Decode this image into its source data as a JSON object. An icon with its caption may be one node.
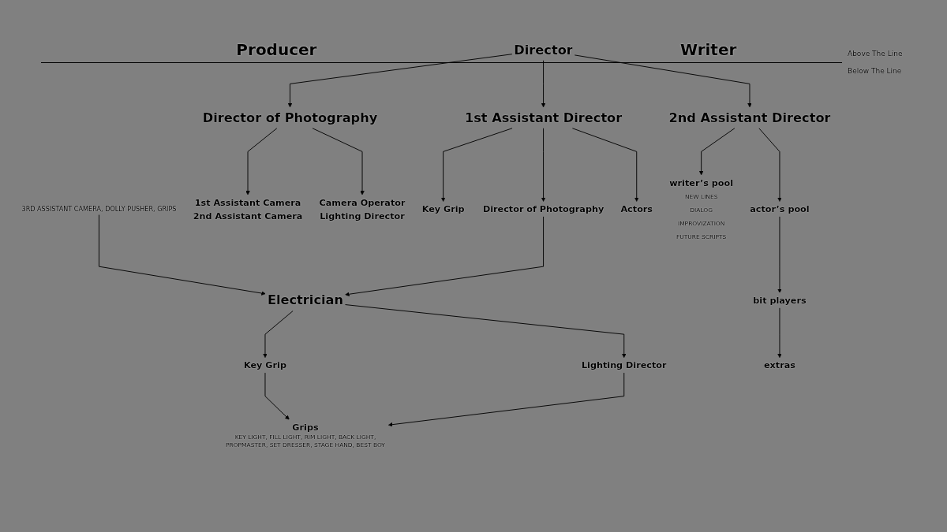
{
  "diagram": {
    "nodes": [
      {
        "text": [
          "Director"
        ]
      },
      {
        "text": [
          "Director of Photography"
        ]
      },
      {
        "text": [
          "1st Assistant Director"
        ]
      },
      {
        "text": [
          "2nd Assistant Director"
        ]
      },
      {
        "text": [
          "1st Assistant Camera",
          "2nd Assistant Camera"
        ]
      },
      {
        "text": [
          "Camera Operator",
          "Lighting Director"
        ]
      },
      {
        "text": [
          "Key Grip"
        ]
      },
      {
        "text": [
          "Director of Photography"
        ]
      },
      {
        "text": [
          "Actors"
        ]
      },
      {
        "text": [
          "writer’s pool",
          "NEW LINES",
          "DIALOG",
          "IMPROVIZATION",
          "FUTURE SCRIPTS"
        ]
      },
      {
        "text": [
          "actor’s pool"
        ]
      },
      {
        "text": [
          "3RD ASSISTANT CAMERA, DOLLY PUSHER, GRIPS"
        ]
      },
      {
        "text": [
          "bit players"
        ]
      },
      {
        "text": [
          "extras"
        ]
      },
      {
        "text": [
          "Electrician"
        ]
      },
      {
        "text": [
          "Key Grip"
        ]
      },
      {
        "text": [
          "Lighting Director"
        ]
      },
      {
        "text": [
          "Grips",
          "KEY LIGHT, FILL LIGHT, RIM LIGHT, BACK LIGHT, PROPMASTER, SET DRESSER, STAGE HAND, BEST BOY"
        ]
      }
    ],
    "edges": [
      {
        "from": 0,
        "to": 1,
        "arrow": "to"
      },
      {
        "from": 0,
        "to": 2,
        "arrow": "to"
      },
      {
        "from": 0,
        "to": 3,
        "arrow": "to"
      },
      {
        "from": 1,
        "to": 4,
        "arrow": "to"
      },
      {
        "from": 1,
        "to": 5,
        "arrow": "to"
      },
      {
        "from": 2,
        "to": 6,
        "arrow": "to"
      },
      {
        "from": 2,
        "to": 7,
        "arrow": "to"
      },
      {
        "from": 2,
        "to": 8,
        "arrow": "to"
      },
      {
        "from": 3,
        "to": 9,
        "arrow": "to"
      },
      {
        "from": 3,
        "to": 10,
        "arrow": "to"
      },
      {
        "from": 10,
        "to": 12,
        "arrow": "to"
      },
      {
        "from": 12,
        "to": 13,
        "arrow": "to"
      },
      {
        "from": 11,
        "to": 14,
        "arrow": "to"
      },
      {
        "from": 7,
        "to": 14,
        "arrow": "to"
      },
      {
        "from": 14,
        "to": 15,
        "arrow": "to"
      },
      {
        "from": 14,
        "to": 16,
        "arrow": "to"
      },
      {
        "from": 15,
        "to": 17,
        "arrow": "to"
      },
      {
        "from": 16,
        "to": 17,
        "arrow": "to"
      }
    ],
    "labels": [
      "Producer",
      "Writer",
      "Above The Line",
      "Below The Line"
    ]
  }
}
